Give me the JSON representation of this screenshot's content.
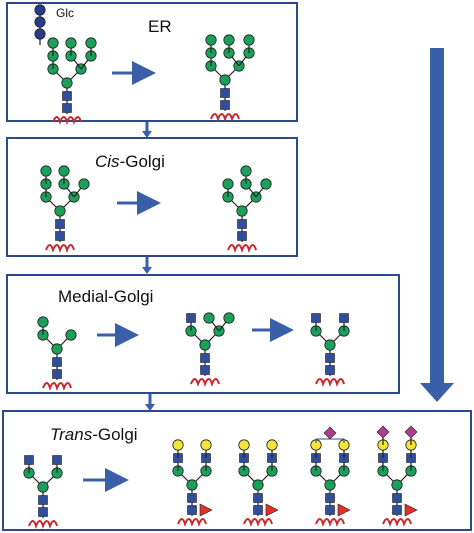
{
  "stages": [
    {
      "id": "er",
      "title": "ER",
      "title_rest": "",
      "italic": false
    },
    {
      "id": "cis",
      "title": "Cis",
      "title_rest": "-Golgi",
      "italic": true
    },
    {
      "id": "medial",
      "title": "Medial-Golgi",
      "title_rest": "",
      "italic": false
    },
    {
      "id": "trans",
      "title": "Trans",
      "title_rest": "-Golgi",
      "italic": true
    }
  ],
  "glc_label": "Glc",
  "colors": {
    "border": "#2b4a8b",
    "arrow": "#3a5ea8",
    "mannose_green": "#1aa05a",
    "glcnac_blue": "#2f4f9a",
    "glucose_blue": "#283c8c",
    "galactose_yellow": "#f3e43a",
    "sialic_magenta": "#b03c8c",
    "fucose_red": "#e0302c",
    "asn_red": "#c8282c"
  },
  "symbols": [
    "glucose-circle",
    "mannose-circle",
    "glcnac-square",
    "galactose-circle",
    "sialic-acid-diamond",
    "fucose-triangle",
    "asparagine-wave"
  ]
}
